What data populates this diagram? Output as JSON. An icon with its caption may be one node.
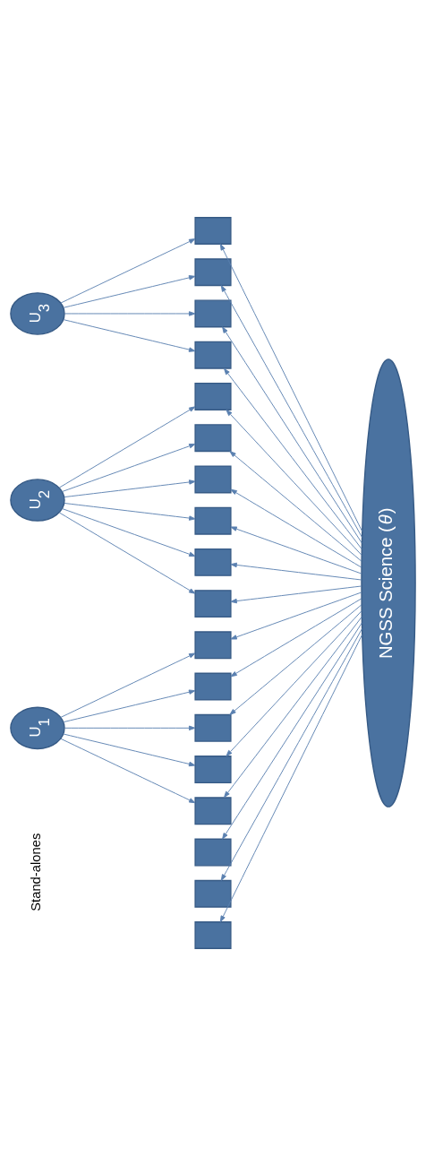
{
  "diagram": {
    "nodes": [
      {
        "text": [
          "U$_{1}$"
        ]
      },
      {
        "text": [
          "U$_{2}$"
        ]
      },
      {
        "text": [
          "U$_{3}$"
        ]
      },
      {
        "text": [],
        "shape": "box"
      },
      {
        "text": [],
        "shape": "box"
      },
      {
        "text": [],
        "shape": "box"
      },
      {
        "text": [],
        "shape": "box"
      },
      {
        "text": [],
        "shape": "box"
      },
      {
        "text": [],
        "shape": "box"
      },
      {
        "text": [],
        "shape": "box"
      },
      {
        "text": [],
        "shape": "box"
      },
      {
        "text": [],
        "shape": "box"
      },
      {
        "text": [],
        "shape": "box"
      },
      {
        "text": [],
        "shape": "box"
      },
      {
        "text": [],
        "shape": "box"
      },
      {
        "text": [],
        "shape": "box"
      },
      {
        "text": [],
        "shape": "box"
      },
      {
        "text": [],
        "shape": "box"
      },
      {
        "text": [],
        "shape": "box"
      },
      {
        "text": [],
        "shape": "box"
      },
      {
        "text": [],
        "shape": "box"
      },
      {
        "text": [
          "NGSS Science (*θ*)"
        ]
      }
    ],
    "edges": [
      {
        "from": 0,
        "to": 6,
        "arrow": "to"
      },
      {
        "from": 0,
        "to": 7,
        "arrow": "to"
      },
      {
        "from": 0,
        "to": 8,
        "arrow": "to"
      },
      {
        "from": 0,
        "to": 9,
        "arrow": "to"
      },
      {
        "from": 0,
        "to": 10,
        "arrow": "to"
      },
      {
        "from": 1,
        "to": 11,
        "arrow": "to"
      },
      {
        "from": 1,
        "to": 12,
        "arrow": "to"
      },
      {
        "from": 1,
        "to": 13,
        "arrow": "to"
      },
      {
        "from": 1,
        "to": 14,
        "arrow": "to"
      },
      {
        "from": 1,
        "to": 15,
        "arrow": "to"
      },
      {
        "from": 1,
        "to": 16,
        "arrow": "to"
      },
      {
        "from": 2,
        "to": 17,
        "arrow": "to"
      },
      {
        "from": 2,
        "to": 18,
        "arrow": "to"
      },
      {
        "from": 2,
        "to": 19,
        "arrow": "to"
      },
      {
        "from": 2,
        "to": 20,
        "arrow": "to"
      },
      {
        "from": 21,
        "to": 3,
        "arrow": "to"
      },
      {
        "from": 21,
        "to": 4,
        "arrow": "to"
      },
      {
        "from": 21,
        "to": 5,
        "arrow": "to"
      },
      {
        "from": 21,
        "to": 6,
        "arrow": "to"
      },
      {
        "from": 21,
        "to": 7,
        "arrow": "to"
      },
      {
        "from": 21,
        "to": 8,
        "arrow": "to"
      },
      {
        "from": 21,
        "to": 9,
        "arrow": "to"
      },
      {
        "from": 21,
        "to": 10,
        "arrow": "to"
      },
      {
        "from": 21,
        "to": 11,
        "arrow": "to"
      },
      {
        "from": 21,
        "to": 12,
        "arrow": "to"
      },
      {
        "from": 21,
        "to": 13,
        "arrow": "to"
      },
      {
        "from": 21,
        "to": 14,
        "arrow": "to"
      },
      {
        "from": 21,
        "to": 15,
        "arrow": "to"
      },
      {
        "from": 21,
        "to": 16,
        "arrow": "to"
      },
      {
        "from": 21,
        "to": 17,
        "arrow": "to"
      },
      {
        "from": 21,
        "to": 18,
        "arrow": "to"
      },
      {
        "from": 21,
        "to": 19,
        "arrow": "to"
      },
      {
        "from": 21,
        "to": 20,
        "arrow": "to"
      }
    ],
    "labels": [
      "Stand-alones"
    ]
  }
}
